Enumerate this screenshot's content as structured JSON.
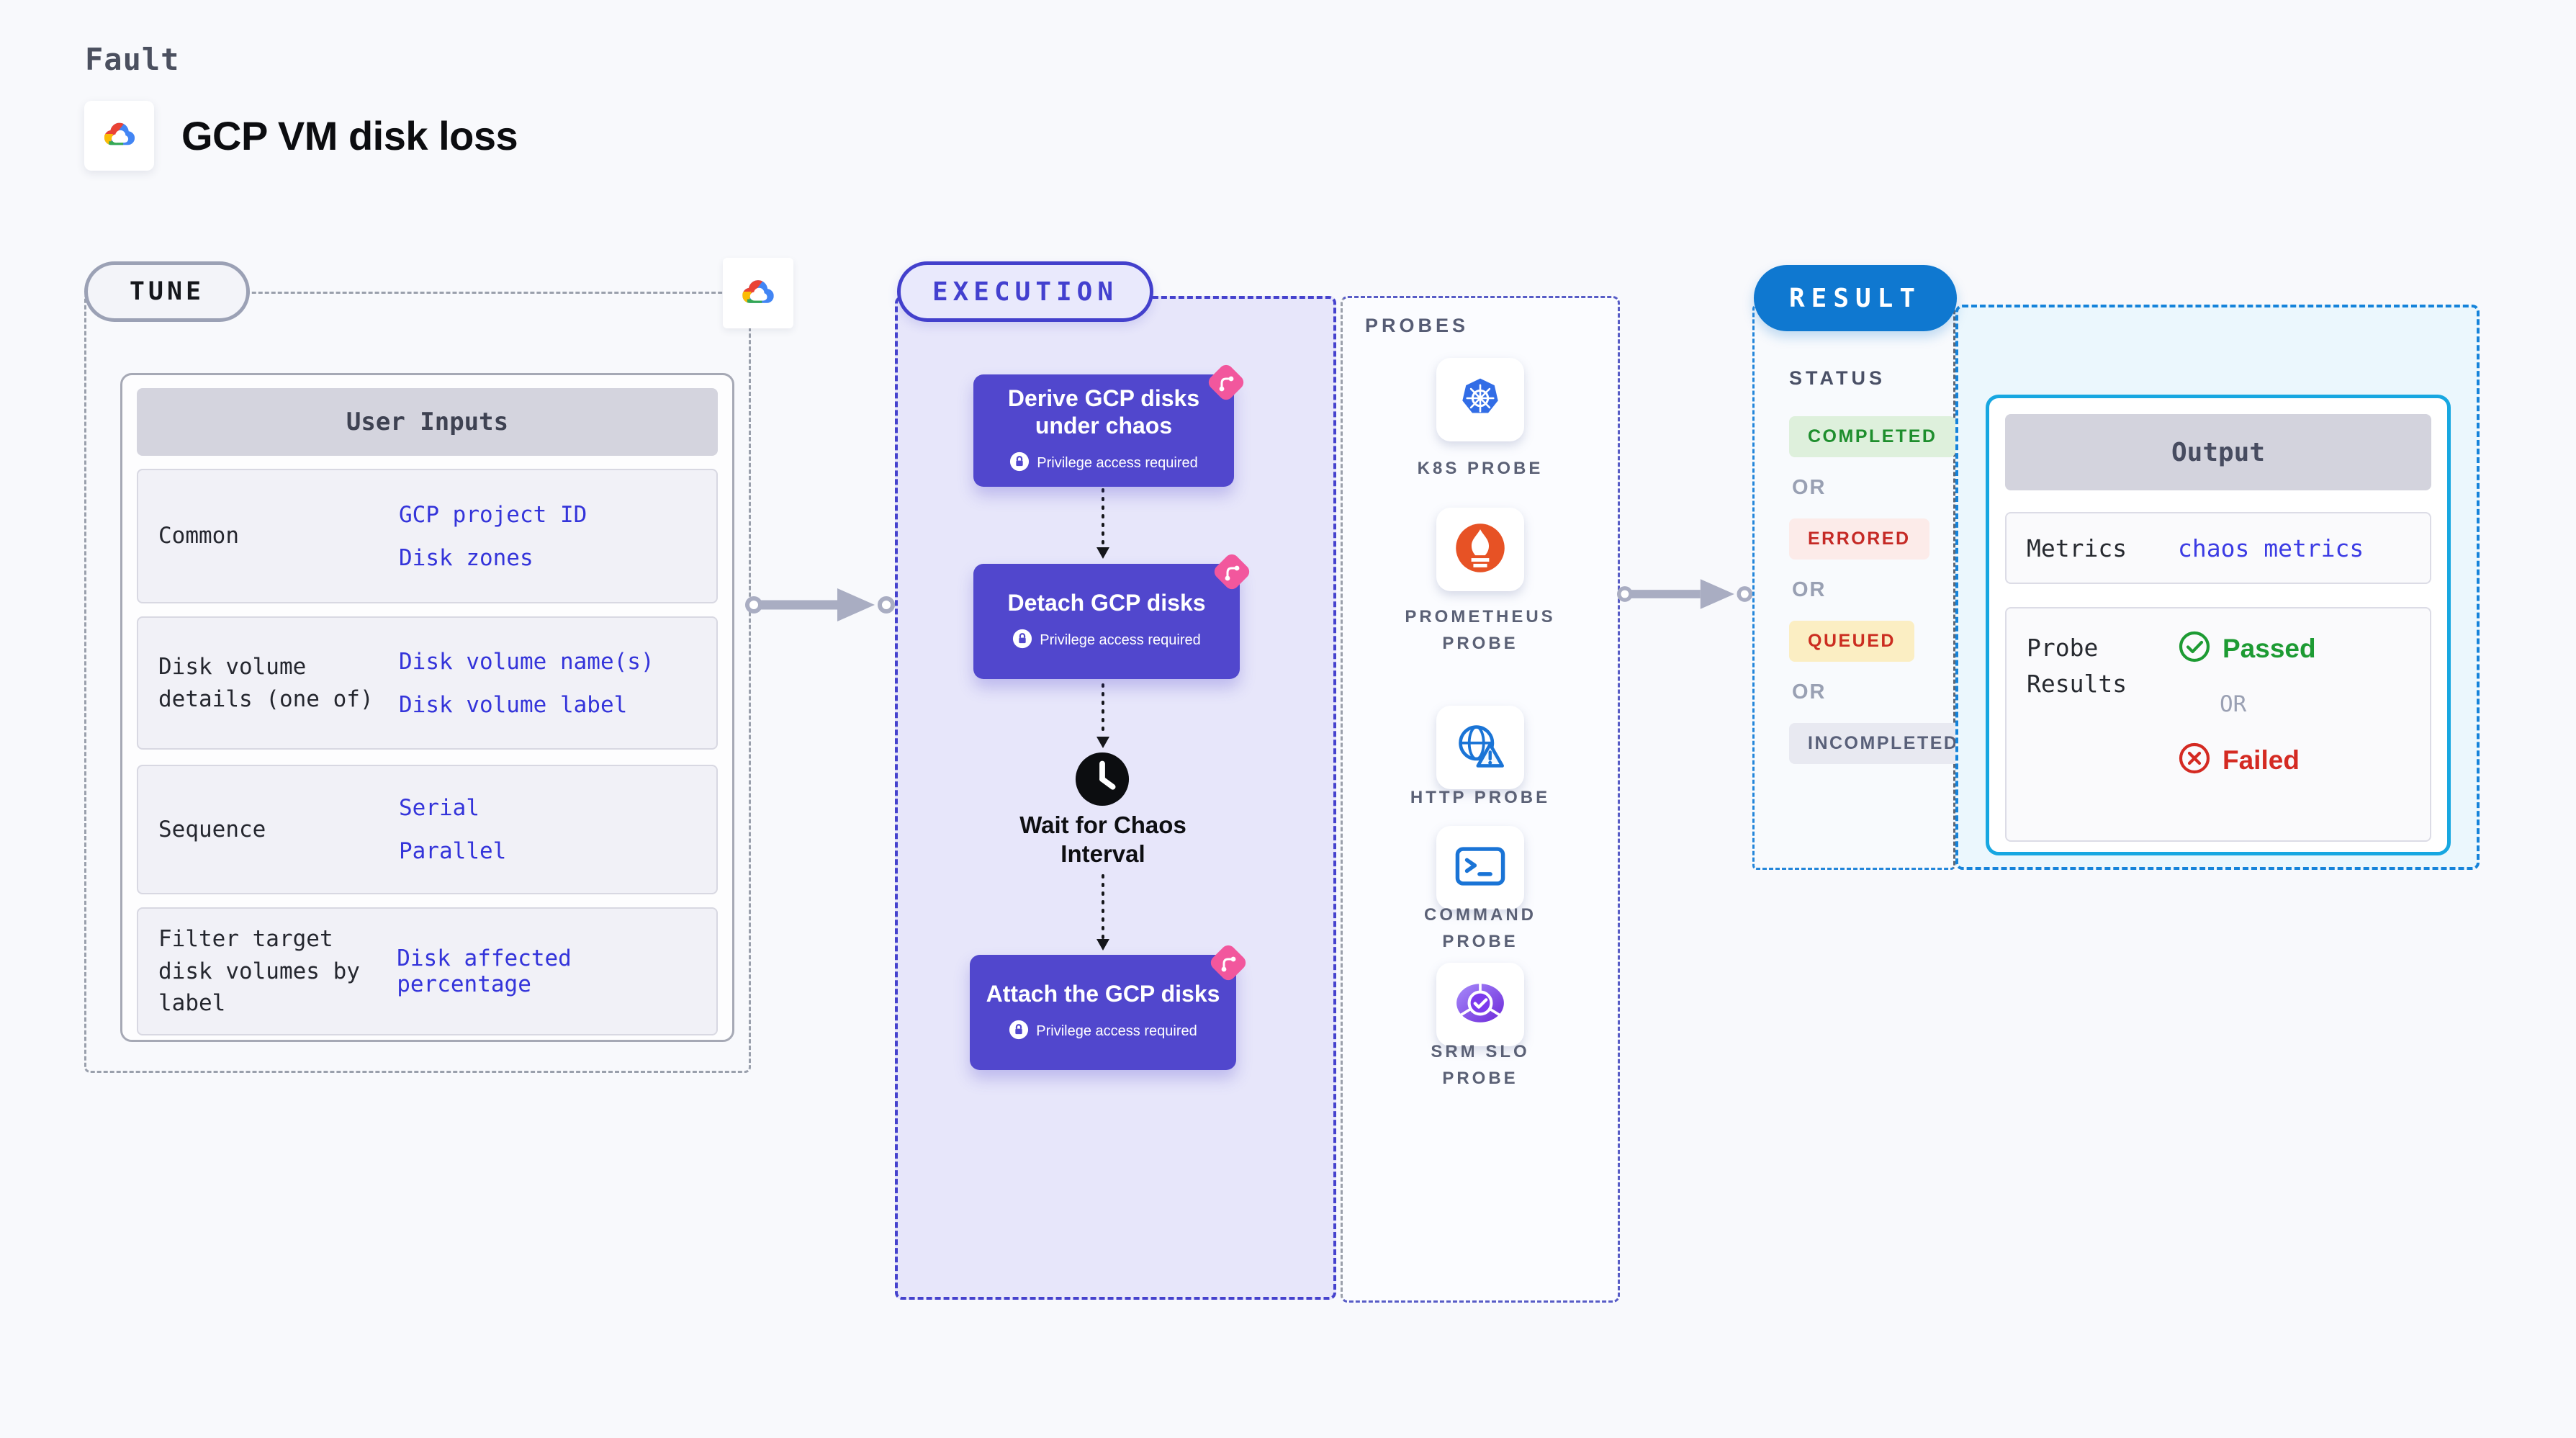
{
  "page": {
    "kind_label": "Fault",
    "title": "GCP VM disk loss"
  },
  "tune": {
    "section_label": "TUNE",
    "user_inputs": {
      "header": "User Inputs",
      "rows": [
        {
          "label": "Common",
          "links": [
            "GCP project ID",
            "Disk zones"
          ]
        },
        {
          "label": "Disk volume details (one of)",
          "links": [
            "Disk volume name(s)",
            "Disk volume label"
          ]
        },
        {
          "label": "Sequence",
          "links": [
            "Serial",
            "Parallel"
          ]
        },
        {
          "label": "Filter target disk volumes by label",
          "links": [
            "Disk affected percentage"
          ]
        }
      ]
    }
  },
  "execution": {
    "section_label": "EXECUTION",
    "privilege_badge": "Privilege access required",
    "steps": {
      "derive": "Derive GCP disks under chaos",
      "detach": "Detach GCP disks",
      "wait": "Wait for Chaos Interval",
      "attach": "Attach the GCP disks"
    }
  },
  "probes": {
    "section_label": "PROBES",
    "items": [
      {
        "label": "K8S PROBE",
        "icon": "kubernetes-icon"
      },
      {
        "label": "PROMETHEUS PROBE",
        "icon": "prometheus-icon"
      },
      {
        "label": "HTTP PROBE",
        "icon": "http-globe-warning-icon"
      },
      {
        "label": "COMMAND PROBE",
        "icon": "terminal-icon"
      },
      {
        "label": "SRM SLO PROBE",
        "icon": "srm-slo-gauge-icon"
      }
    ]
  },
  "result": {
    "section_label": "RESULT",
    "status": {
      "header": "STATUS",
      "or_label": "OR",
      "badges": [
        {
          "label": "COMPLETED",
          "bg": "#def0dc",
          "color": "#1e8e2d"
        },
        {
          "label": "ERRORED",
          "bg": "#fcebe9",
          "color": "#c52a26"
        },
        {
          "label": "QUEUED",
          "bg": "#fbeec3",
          "color": "#cb2d20"
        },
        {
          "label": "INCOMPLETED",
          "bg": "#e8e9f1",
          "color": "#596079"
        }
      ]
    },
    "output": {
      "header": "Output",
      "metrics_label": "Metrics",
      "metrics_value": "chaos metrics",
      "probe_results_label": "Probe Results",
      "passed_label": "Passed",
      "or_label": "OR",
      "failed_label": "Failed"
    }
  },
  "colors": {
    "page_bg": "#f8f9fc",
    "link_blue": "#3434da",
    "execution_purple": "#5147cd",
    "execution_bg": "#e7e6fa",
    "execution_border": "#4542cd",
    "pink_fork": "#f2579d",
    "result_blue": "#0f78d0",
    "output_border_cyan": "#17a7e1",
    "output_bg": "#ebf7fd",
    "passed_green": "#1d9b33",
    "failed_red": "#d42a22"
  }
}
